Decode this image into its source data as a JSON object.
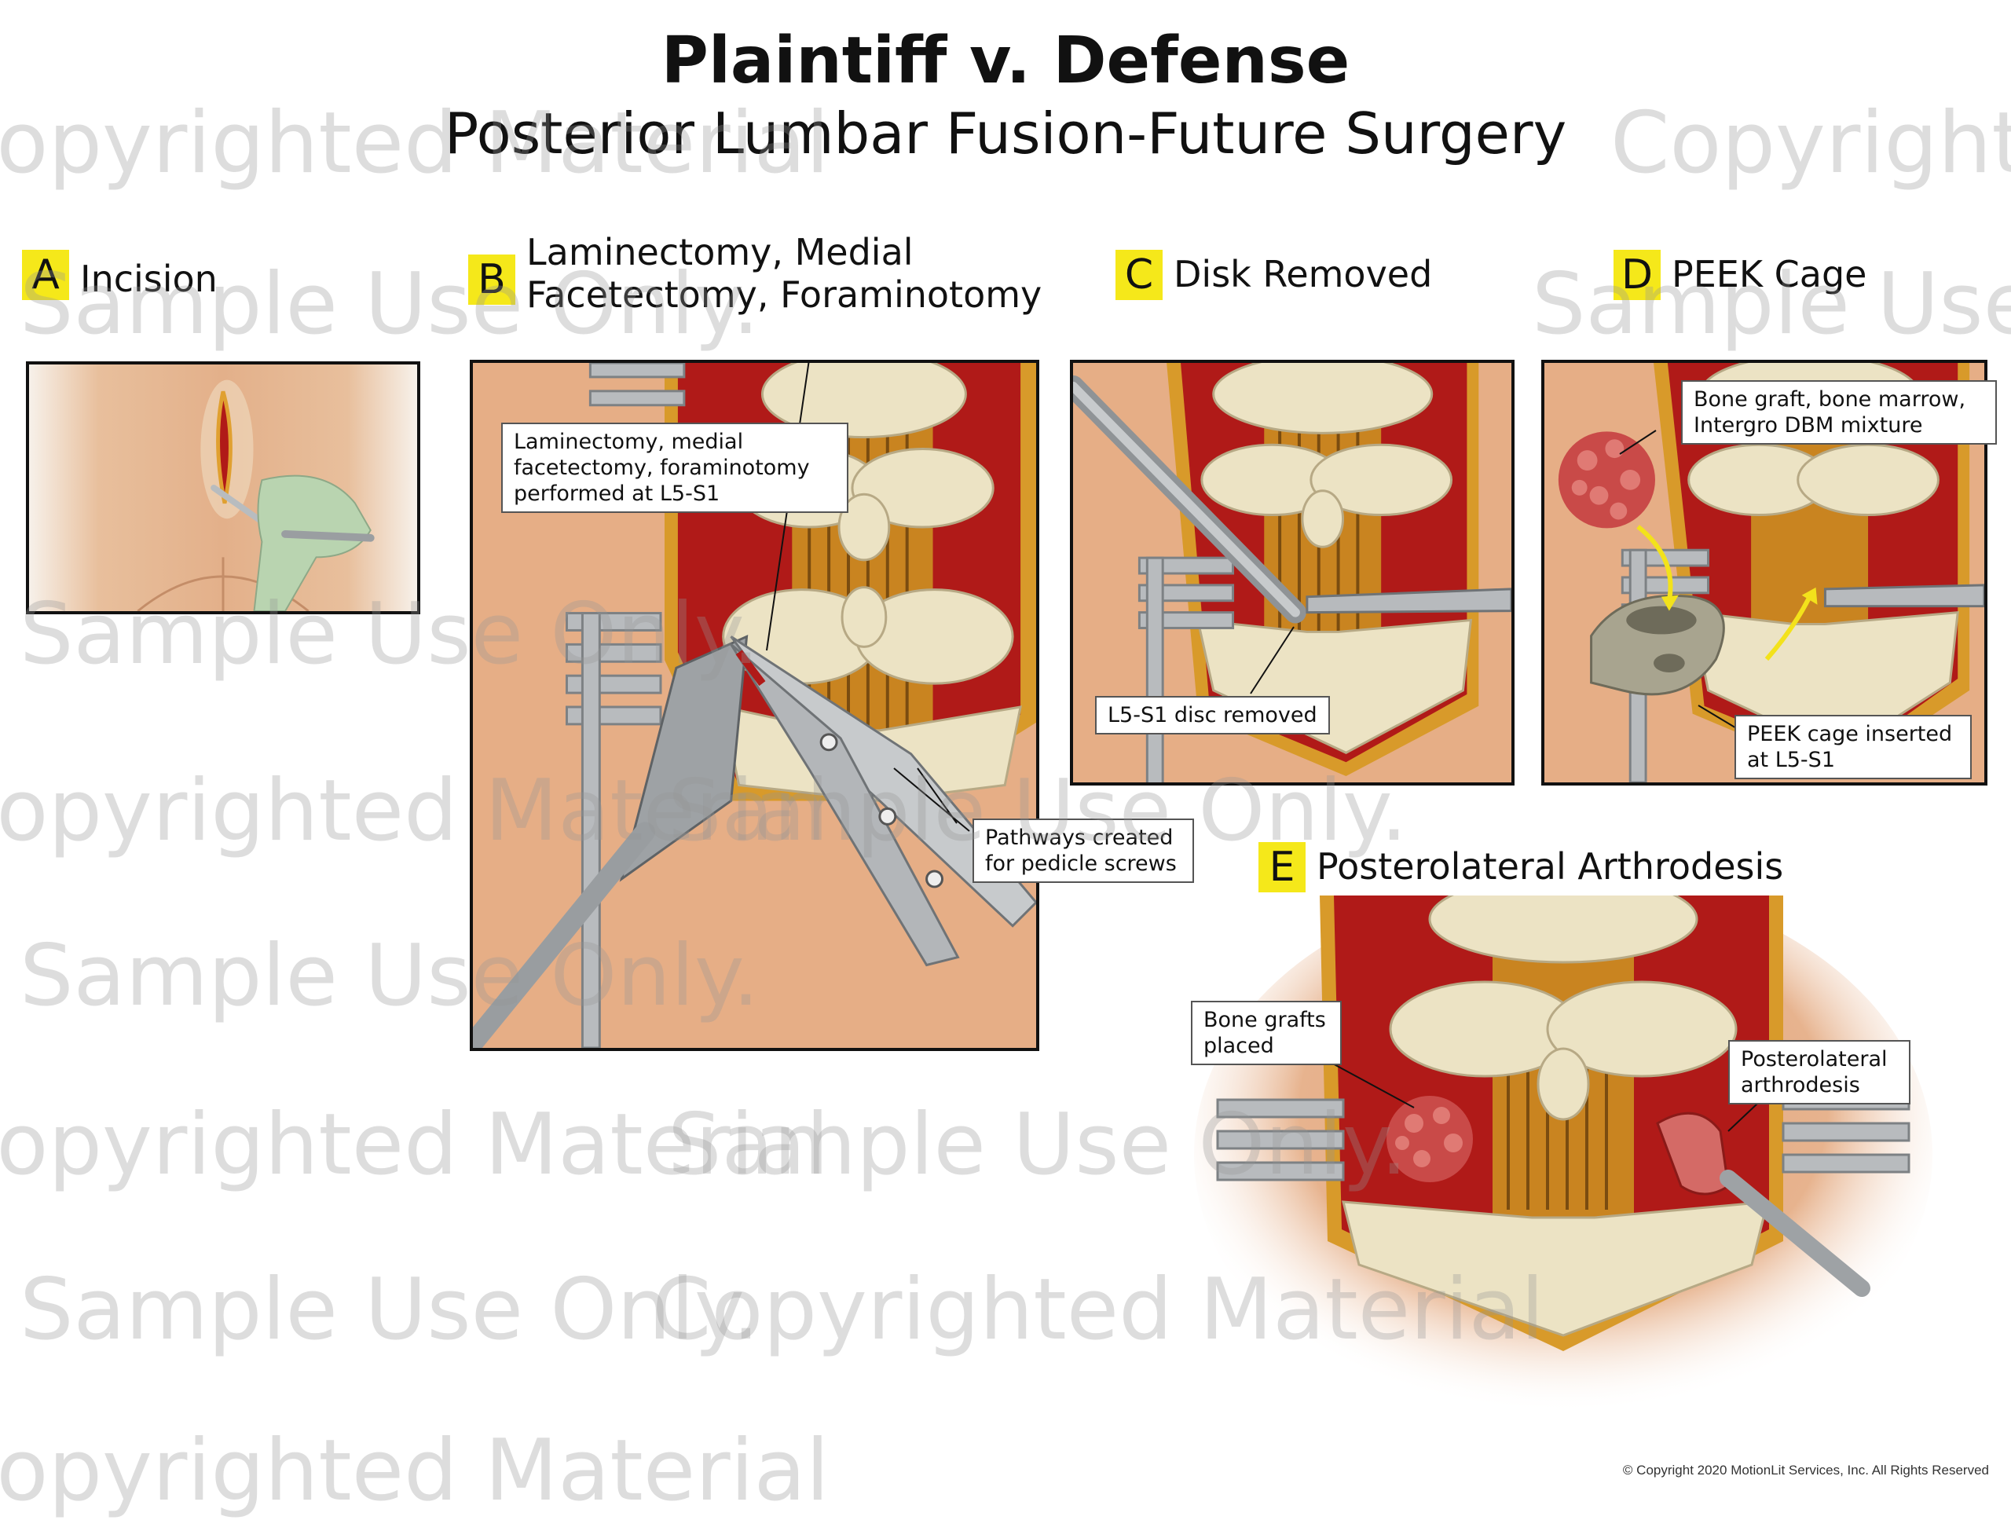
{
  "header": {
    "title": "Plaintiff v. Defense",
    "subtitle": "Posterior Lumbar Fusion-Future Surgery"
  },
  "panels": [
    {
      "letter": "A",
      "label": "Incision"
    },
    {
      "letter": "B",
      "label": "Laminectomy, Medial Facetectomy, Foraminotomy"
    },
    {
      "letter": "C",
      "label": "Disk Removed"
    },
    {
      "letter": "D",
      "label": "PEEK Cage"
    },
    {
      "letter": "E",
      "label": "Posterolateral Arthrodesis"
    }
  ],
  "callouts": {
    "b_procedure": "Laminectomy, medial facetectomy, foraminotomy performed at L5-S1",
    "b_pathways": "Pathways created for pedicle screws",
    "c_disc": "L5-S1 disc removed",
    "d_graft": "Bone graft, bone marrow, Intergro DBM mixture",
    "d_cage": "PEEK cage inserted at L5-S1",
    "e_grafts": "Bone grafts placed",
    "e_arthrodesis": "Posterolateral arthrodesis"
  },
  "watermark": {
    "sample": "Sample Use Only.",
    "copyrighted": "Copyrighted Material"
  },
  "footer": {
    "copyright": "© Copyright 2020 MotionLit Services, Inc. All Rights Reserved"
  },
  "colors": {
    "skin": "#e6b48c",
    "tissue": "#b01a18",
    "bone": "#ece3c4",
    "nerve": "#c98420",
    "fat": "#d89a2a",
    "steel": "#a8abae",
    "highlight": "#f5e81a",
    "arrow": "#f3e21b"
  }
}
